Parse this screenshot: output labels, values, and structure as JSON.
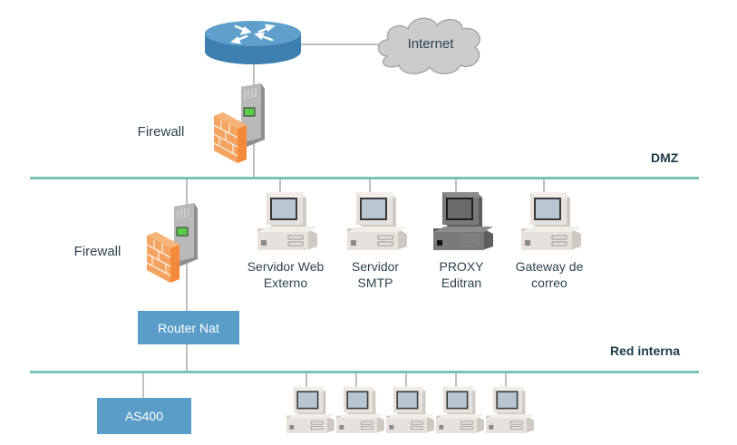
{
  "diagram": {
    "title": "",
    "zones": {
      "dmz": "DMZ",
      "internal": "Red interna"
    },
    "internet": {
      "label": "Internet"
    },
    "router": {
      "label": ""
    },
    "firewalls": [
      {
        "label": "Firewall"
      },
      {
        "label": "Firewall"
      }
    ],
    "dmz_servers": [
      {
        "label": "Servidor Web\nExterno",
        "style": "light"
      },
      {
        "label": "Servidor\nSMTP",
        "style": "light"
      },
      {
        "label": "PROXY\nEditran",
        "style": "dark"
      },
      {
        "label": "Gateway de\ncorreo",
        "style": "light"
      }
    ],
    "boxes": {
      "router_nat": "Router Nat",
      "as400": "AS400"
    },
    "internal_clients_count": 5,
    "colors": {
      "bus": "#79c4b1",
      "box": "#5b9dc9",
      "router": "#3d7fb0",
      "cloud": "#cccccc",
      "firewall_brick": "#f4a460",
      "text": "#2e4450"
    }
  }
}
